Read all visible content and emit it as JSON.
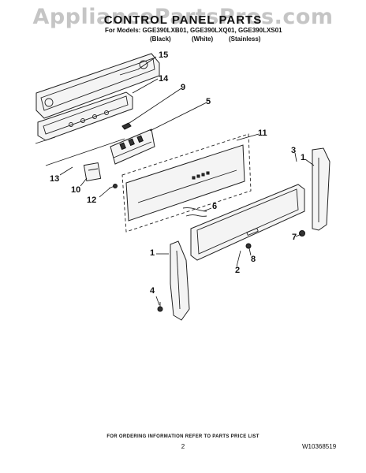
{
  "watermark": "AppliancePartsPros.com",
  "title": "CONTROL PANEL PARTS",
  "models_line": "For Models: GGE390LXB01, GGE390LXQ01, GGE390LXS01",
  "variants": [
    "(Black)",
    "(White)",
    "(Stainless)"
  ],
  "callouts": [
    "15",
    "14",
    "9",
    "5",
    "11",
    "3",
    "1",
    "13",
    "10",
    "12",
    "6",
    "7",
    "1",
    "2",
    "8",
    "4"
  ],
  "footer_note": "FOR ORDERING INFORMATION REFER TO PARTS PRICE LIST",
  "page_number": "2",
  "document_number": "W10368519"
}
